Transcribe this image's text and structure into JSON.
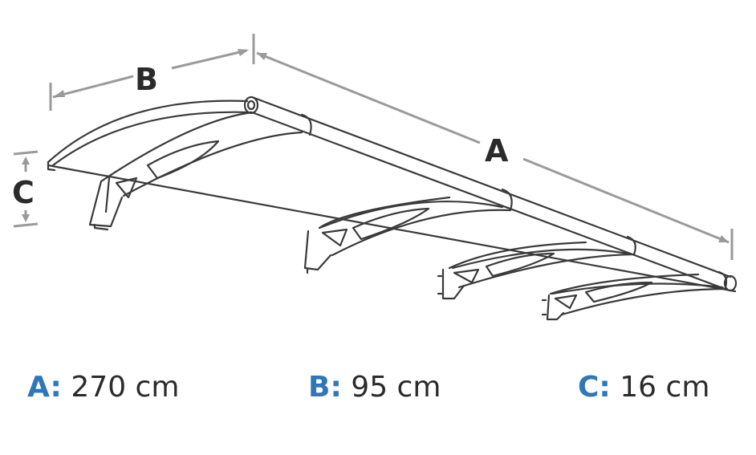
{
  "diagram": {
    "labels": {
      "a": "A",
      "b": "B",
      "c": "C"
    }
  },
  "specs": [
    {
      "key": "A:",
      "value": "270 cm"
    },
    {
      "key": "B:",
      "value": "95 cm"
    },
    {
      "key": "C:",
      "value": "16 cm"
    }
  ],
  "colors": {
    "accent": "#2f77b6",
    "dimension": "#9a9a9a",
    "outline": "#3a3a3a",
    "text": "#2b2b2b"
  }
}
